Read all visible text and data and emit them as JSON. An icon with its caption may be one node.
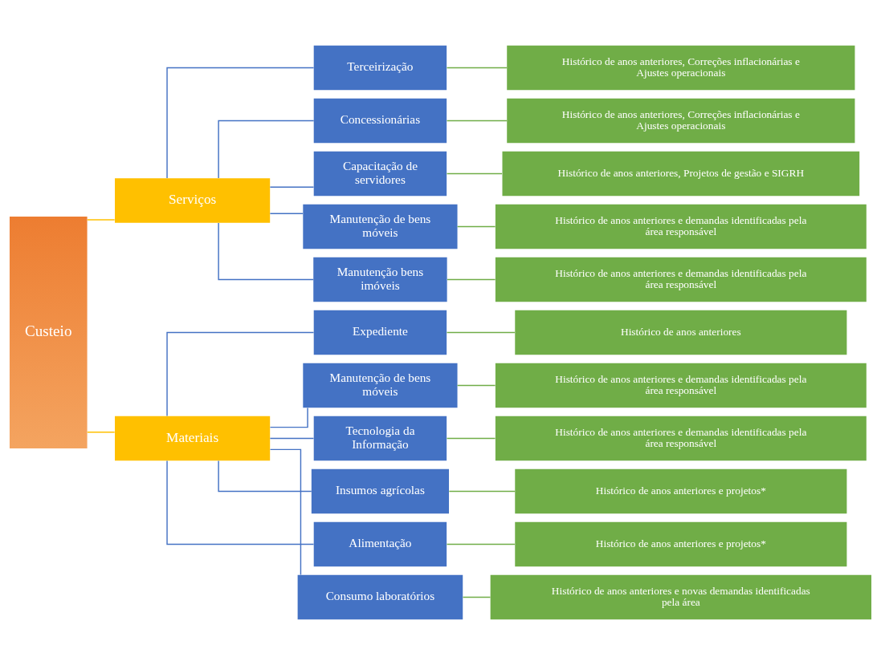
{
  "diagram": {
    "nodes": [
      {
        "text": [
          "Custeio"
        ]
      },
      {
        "text": [
          "Serviços"
        ]
      },
      {
        "text": [
          "Terceirização"
        ]
      },
      {
        "text": [
          "Histórico de anos anteriores, Correções inflacionárias e Ajustes operacionais"
        ]
      },
      {
        "text": [
          "Concessionárias"
        ]
      },
      {
        "text": [
          "Histórico de anos anteriores, Correções inflacionárias e Ajustes operacionais"
        ]
      },
      {
        "text": [
          "Capacitação de servidores"
        ]
      },
      {
        "text": [
          "Histórico de anos anteriores, Projetos de gestão e SIGRH"
        ]
      },
      {
        "text": [
          "Manutenção de bens móveis"
        ]
      },
      {
        "text": [
          "Histórico de anos anteriores e demandas identificadas pela área responsável"
        ]
      },
      {
        "text": [
          "Manutenção bens imóveis"
        ]
      },
      {
        "text": [
          "Histórico de anos anteriores e demandas identificadas pela área responsável"
        ]
      },
      {
        "text": [
          "Materiais"
        ]
      },
      {
        "text": [
          "Expediente"
        ]
      },
      {
        "text": [
          "Histórico de anos anteriores"
        ]
      },
      {
        "text": [
          "Manutenção de bens móveis"
        ]
      },
      {
        "text": [
          "Histórico de anos anteriores e demandas identificadas pela área responsável"
        ]
      },
      {
        "text": [
          "Tecnologia da Informação"
        ]
      },
      {
        "text": [
          "Histórico de anos anteriores e demandas identificadas pela área responsável"
        ]
      },
      {
        "text": [
          "Insumos agrícolas"
        ]
      },
      {
        "text": [
          "Histórico de anos anteriores e projetos*"
        ]
      },
      {
        "text": [
          "Alimentação"
        ]
      },
      {
        "text": [
          "Histórico de anos anteriores e projetos*"
        ]
      },
      {
        "text": [
          "Consumo laboratórios"
        ]
      },
      {
        "text": [
          "Histórico de anos anteriores e novas demandas identificadas pela área"
        ]
      }
    ],
    "edges": [
      {
        "from": 0,
        "to": 1,
        "arrow": "none",
        "color": "#ffc000"
      },
      {
        "from": 1,
        "to": 2,
        "arrow": "none"
      },
      {
        "from": 2,
        "to": 3,
        "arrow": "none",
        "color": "#70ad47"
      },
      {
        "from": 1,
        "to": 4,
        "arrow": "none"
      },
      {
        "from": 4,
        "to": 5,
        "arrow": "none",
        "color": "#70ad47"
      },
      {
        "from": 1,
        "to": 6,
        "arrow": "none"
      },
      {
        "from": 6,
        "to": 7,
        "arrow": "none",
        "color": "#70ad47"
      },
      {
        "from": 1,
        "to": 8,
        "arrow": "none"
      },
      {
        "from": 8,
        "to": 9,
        "arrow": "none",
        "color": "#70ad47"
      },
      {
        "from": 1,
        "to": 10,
        "arrow": "none"
      },
      {
        "from": 10,
        "to": 11,
        "arrow": "none",
        "color": "#70ad47"
      },
      {
        "from": 0,
        "to": 12,
        "arrow": "none",
        "color": "#ffc000"
      },
      {
        "from": 12,
        "to": 13,
        "arrow": "none"
      },
      {
        "from": 13,
        "to": 14,
        "arrow": "none",
        "color": "#70ad47"
      },
      {
        "from": 12,
        "to": 15,
        "arrow": "none"
      },
      {
        "from": 15,
        "to": 16,
        "arrow": "none",
        "color": "#70ad47"
      },
      {
        "from": 12,
        "to": 17,
        "arrow": "none"
      },
      {
        "from": 17,
        "to": 18,
        "arrow": "none",
        "color": "#70ad47"
      },
      {
        "from": 12,
        "to": 19,
        "arrow": "none"
      },
      {
        "from": 19,
        "to": 20,
        "arrow": "none",
        "color": "#70ad47"
      },
      {
        "from": 12,
        "to": 21,
        "arrow": "none"
      },
      {
        "from": 21,
        "to": 22,
        "arrow": "none",
        "color": "#70ad47"
      },
      {
        "from": 12,
        "to": 23,
        "arrow": "none"
      },
      {
        "from": 23,
        "to": 24,
        "arrow": "none",
        "color": "#70ad47"
      }
    ]
  }
}
